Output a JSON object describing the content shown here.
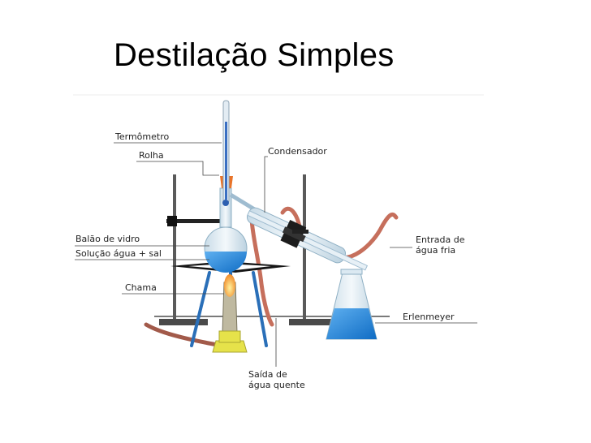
{
  "title": "Destilação Simples",
  "labels": {
    "termometro": "Termômetro",
    "rolha": "Rolha",
    "condensador": "Condensador",
    "balao": "Balão de vidro",
    "solucao": "Solução água + sal",
    "chama": "Chama",
    "entrada_1": "Entrada de",
    "entrada_2": "água fria",
    "erlenmeyer": "Erlenmeyer",
    "saida_1": "Saída de",
    "saida_2": "água quente"
  },
  "colors": {
    "water": "#1e7fd6",
    "glass": "#dbe9f2",
    "hose": "#c66f5c",
    "stand": "#5a5a5a",
    "tripod": "#2a6fb8",
    "burner": "#e6e24a",
    "cork": "#e8742a",
    "flame": "#f2a23a"
  }
}
